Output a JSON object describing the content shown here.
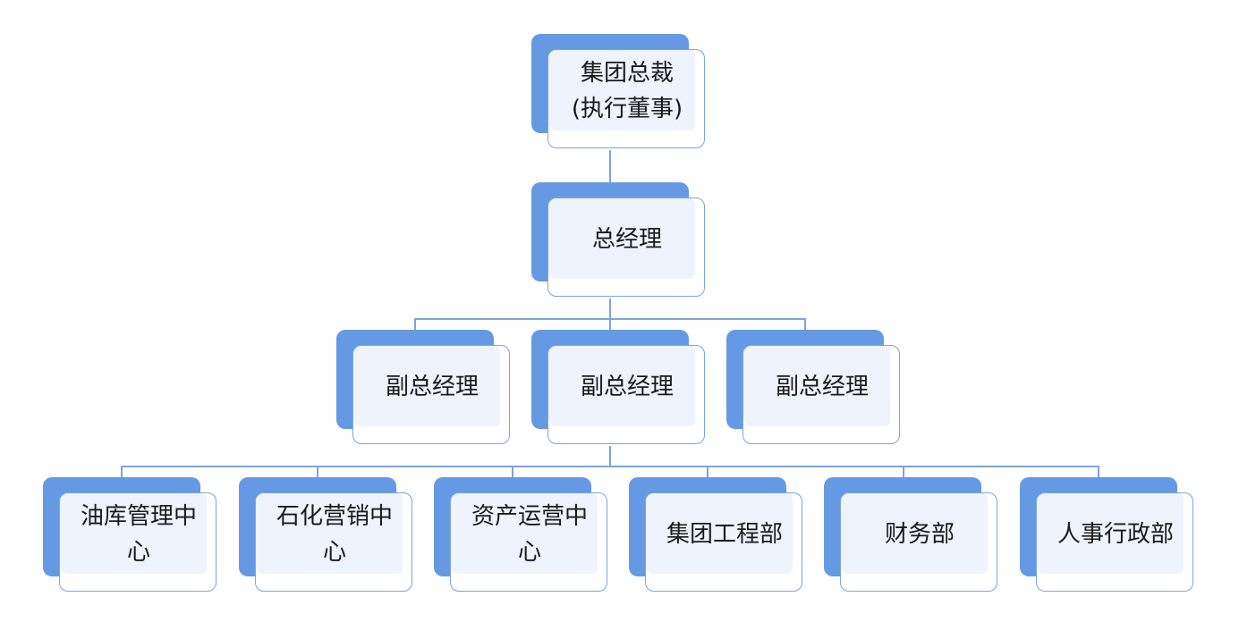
{
  "org_chart": {
    "ceo": {
      "line1": "集团总裁",
      "line2": "(执行董事)"
    },
    "gm": {
      "label": "总经理"
    },
    "vps": [
      {
        "label": "副总经理"
      },
      {
        "label": "副总经理"
      },
      {
        "label": "副总经理"
      }
    ],
    "departments": [
      {
        "label": "油库管理中心"
      },
      {
        "label": "石化营销中心"
      },
      {
        "label": "资产运营中心"
      },
      {
        "label": "集团工程部"
      },
      {
        "label": "财务部"
      },
      {
        "label": "人事行政部"
      }
    ]
  }
}
